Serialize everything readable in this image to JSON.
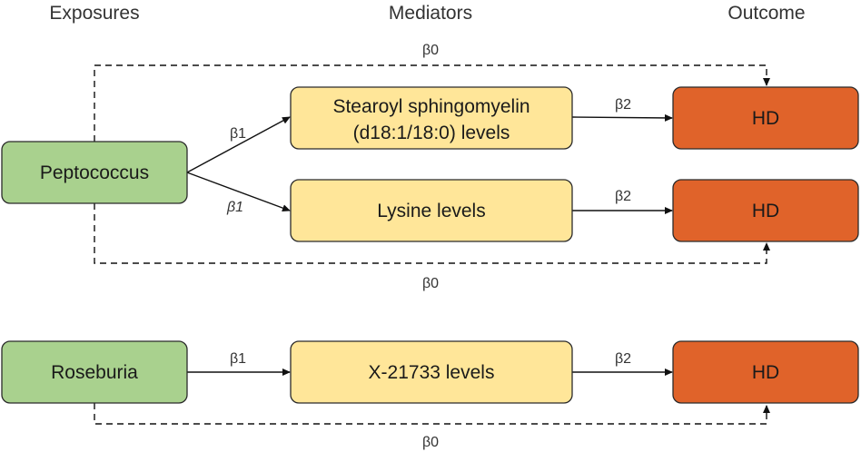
{
  "headers": {
    "exposures": "Exposures",
    "mediators": "Mediators",
    "outcome": "Outcome"
  },
  "nodes": {
    "peptococcus": "Peptococcus",
    "roseburia": "Roseburia",
    "stearoyl_line1": "Stearoyl sphingomyelin",
    "stearoyl_line2": "(d18:1/18:0) levels",
    "lysine": "Lysine levels",
    "x21733": "X-21733 levels",
    "hd_1": "HD",
    "hd_2": "HD",
    "hd_3": "HD"
  },
  "edges": {
    "b0_top": "β0",
    "b1_upper": "β1",
    "b2_upper": "β2",
    "b1_lower": "β1",
    "b2_lower": "β2",
    "b0_mid": "β0",
    "b1_rose": "β1",
    "b2_rose": "β2",
    "b0_bottom": "β0"
  },
  "colors": {
    "exposure": "#a9d18e",
    "mediator": "#ffe699",
    "outcome": "#e0632a"
  }
}
